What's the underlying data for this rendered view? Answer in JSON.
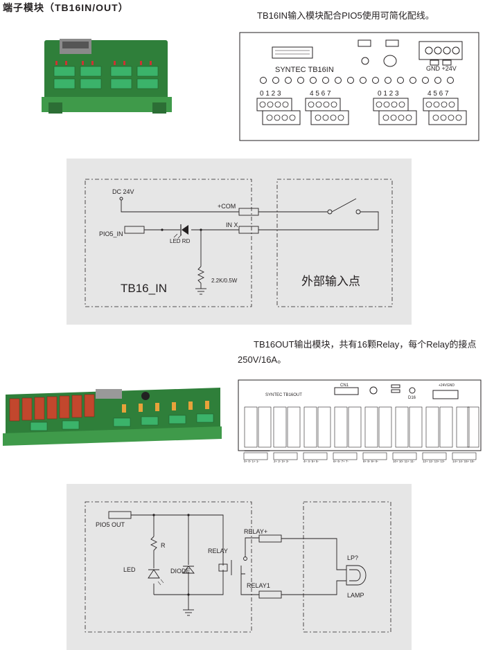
{
  "section_title": "端子模块（TB16IN/OUT）",
  "tb16in": {
    "note": "TB16IN输入模块配合PIO5使用可简化配线。",
    "board_label": "SYNTEC TB16IN",
    "power_label": "GND +24V",
    "groups": [
      "0 1 2 3",
      "4 5 6 7",
      "0 1 2 3",
      "4 5 6 7"
    ]
  },
  "input_circuit": {
    "dc24v": "DC 24V",
    "com": "+COM",
    "in_x": "IN X",
    "pio5_in": "PIO5_IN",
    "led_rd": "LED RD",
    "resistor": "2.2K/0.5W",
    "module_name": "TB16_IN",
    "external_label": "外部输入点"
  },
  "tb16out": {
    "note": "TB16OUT输出模块，共有16颗Relay，每个Relay的接点250V/16A。",
    "board_label": "SYNTEC TB16OUT",
    "cn1": "CN1",
    "d16": "D16",
    "power_label": "+24VGND",
    "terminal_labels": [
      "0+ 0- 1+ 1-",
      "2+ 2- 3+ 3-",
      "4+ 4- 5+ 5-",
      "6+ 6- 7+ 7-",
      "8+ 8- 9+ 9-",
      "10+ 10- 11+ 11-",
      "12+ 12- 13+ 13-",
      "14+ 14- 15+ 15-"
    ]
  },
  "output_circuit": {
    "pio5_out": "PIO5 OUT",
    "r": "R",
    "led": "LED",
    "diode": "DIODE",
    "relay": "RELAY",
    "relay_plus": "RELAY+",
    "relay1": "RELAY1",
    "lp": "LP?",
    "lamp": "LAMP"
  },
  "colors": {
    "panel": "#e6e6e6",
    "pcb": "#2f7f3a",
    "terminal": "#3bb36a",
    "line": "#231f20"
  }
}
